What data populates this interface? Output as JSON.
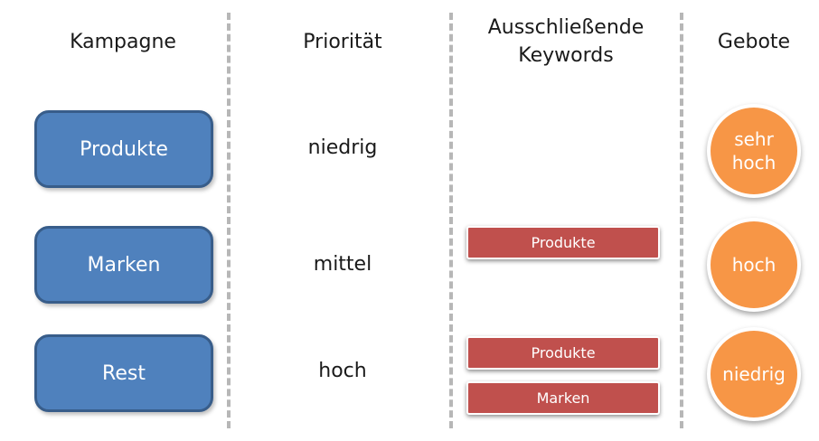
{
  "headers": {
    "campaign": "Kampagne",
    "priority": "Priorität",
    "negative_keywords_line1": "Ausschließende",
    "negative_keywords_line2": "Keywords",
    "bids": "Gebote"
  },
  "rows": [
    {
      "campaign": "Produkte",
      "priority": "niedrig",
      "negative_keywords": [],
      "bid_line1": "sehr",
      "bid_line2": "hoch"
    },
    {
      "campaign": "Marken",
      "priority": "mittel",
      "negative_keywords": [
        "Produkte"
      ],
      "bid_line1": "hoch"
    },
    {
      "campaign": "Rest",
      "priority": "hoch",
      "negative_keywords": [
        "Produkte",
        "Marken"
      ],
      "bid_line1": "niedrig"
    }
  ],
  "colors": {
    "campaign_fill": "#4f81bd",
    "campaign_border": "#385d8a",
    "keyword_fill": "#c0504d",
    "bid_fill": "#f79646",
    "divider": "#b7b7b7"
  }
}
